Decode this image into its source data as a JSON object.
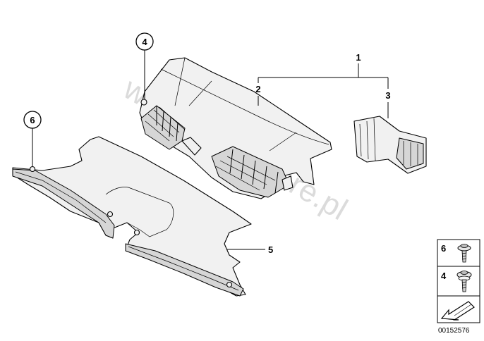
{
  "watermark": "www.bmw-store.pl",
  "callouts": {
    "c1": "1",
    "c2": "2",
    "c3": "3",
    "c4": "4",
    "c5": "5",
    "c6": "6"
  },
  "legend": {
    "items": [
      {
        "number": "6",
        "icon": "flange-screw-icon"
      },
      {
        "number": "4",
        "icon": "washer-screw-icon"
      }
    ],
    "arrow_icon": "direction-arrow-icon"
  },
  "diagram_id": "00152576"
}
